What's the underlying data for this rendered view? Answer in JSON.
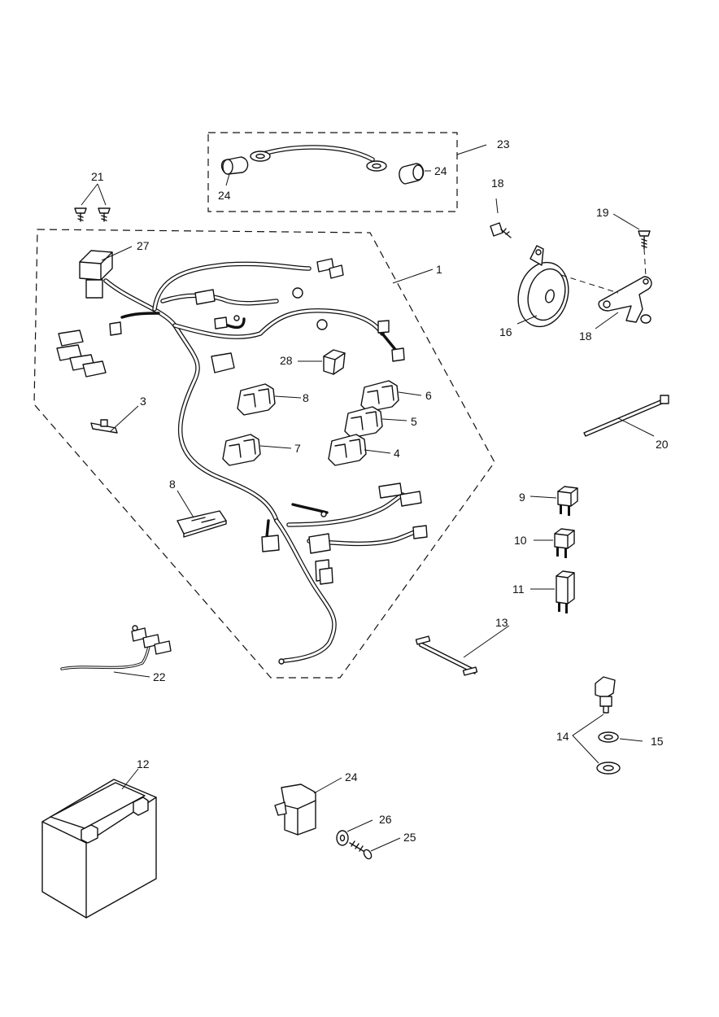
{
  "callouts": {
    "c1": "1",
    "c3": "3",
    "c4": "4",
    "c5": "5",
    "c6": "6",
    "c7": "7",
    "c8a": "8",
    "c8b": "8",
    "c9": "9",
    "c10": "10",
    "c11": "11",
    "c12": "12",
    "c13": "13",
    "c14": "14",
    "c15": "15",
    "c16": "16",
    "c18a": "18",
    "c18b": "18",
    "c19": "19",
    "c20": "20",
    "c21": "21",
    "c22": "22",
    "c23": "23",
    "c24a": "24",
    "c24b": "24",
    "c24c": "24",
    "c25": "25",
    "c26": "26",
    "c27": "27",
    "c28": "28"
  }
}
